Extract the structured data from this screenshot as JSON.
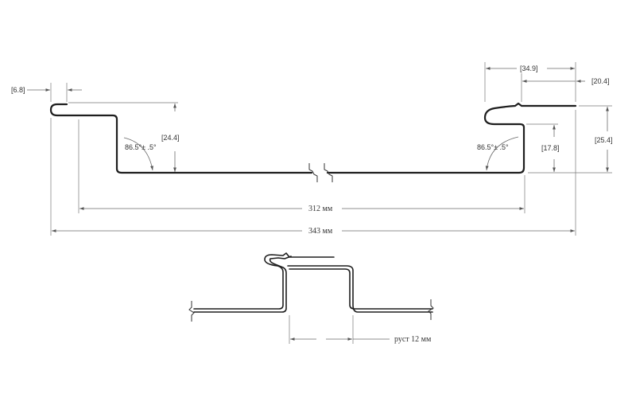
{
  "labels": {
    "dim_6_8": "[6.8]",
    "dim_24_4": "[24.4]",
    "dim_34_9": "[34.9]",
    "dim_20_4": "[20.4]",
    "dim_25_4": "[25.4]",
    "dim_17_8": "[17.8]",
    "angle_left": "86.5°± .5°",
    "angle_right": "86.5°± .5°",
    "width_312": "312 мм",
    "width_343": "343 мм",
    "gap": "руст 12 мм"
  }
}
